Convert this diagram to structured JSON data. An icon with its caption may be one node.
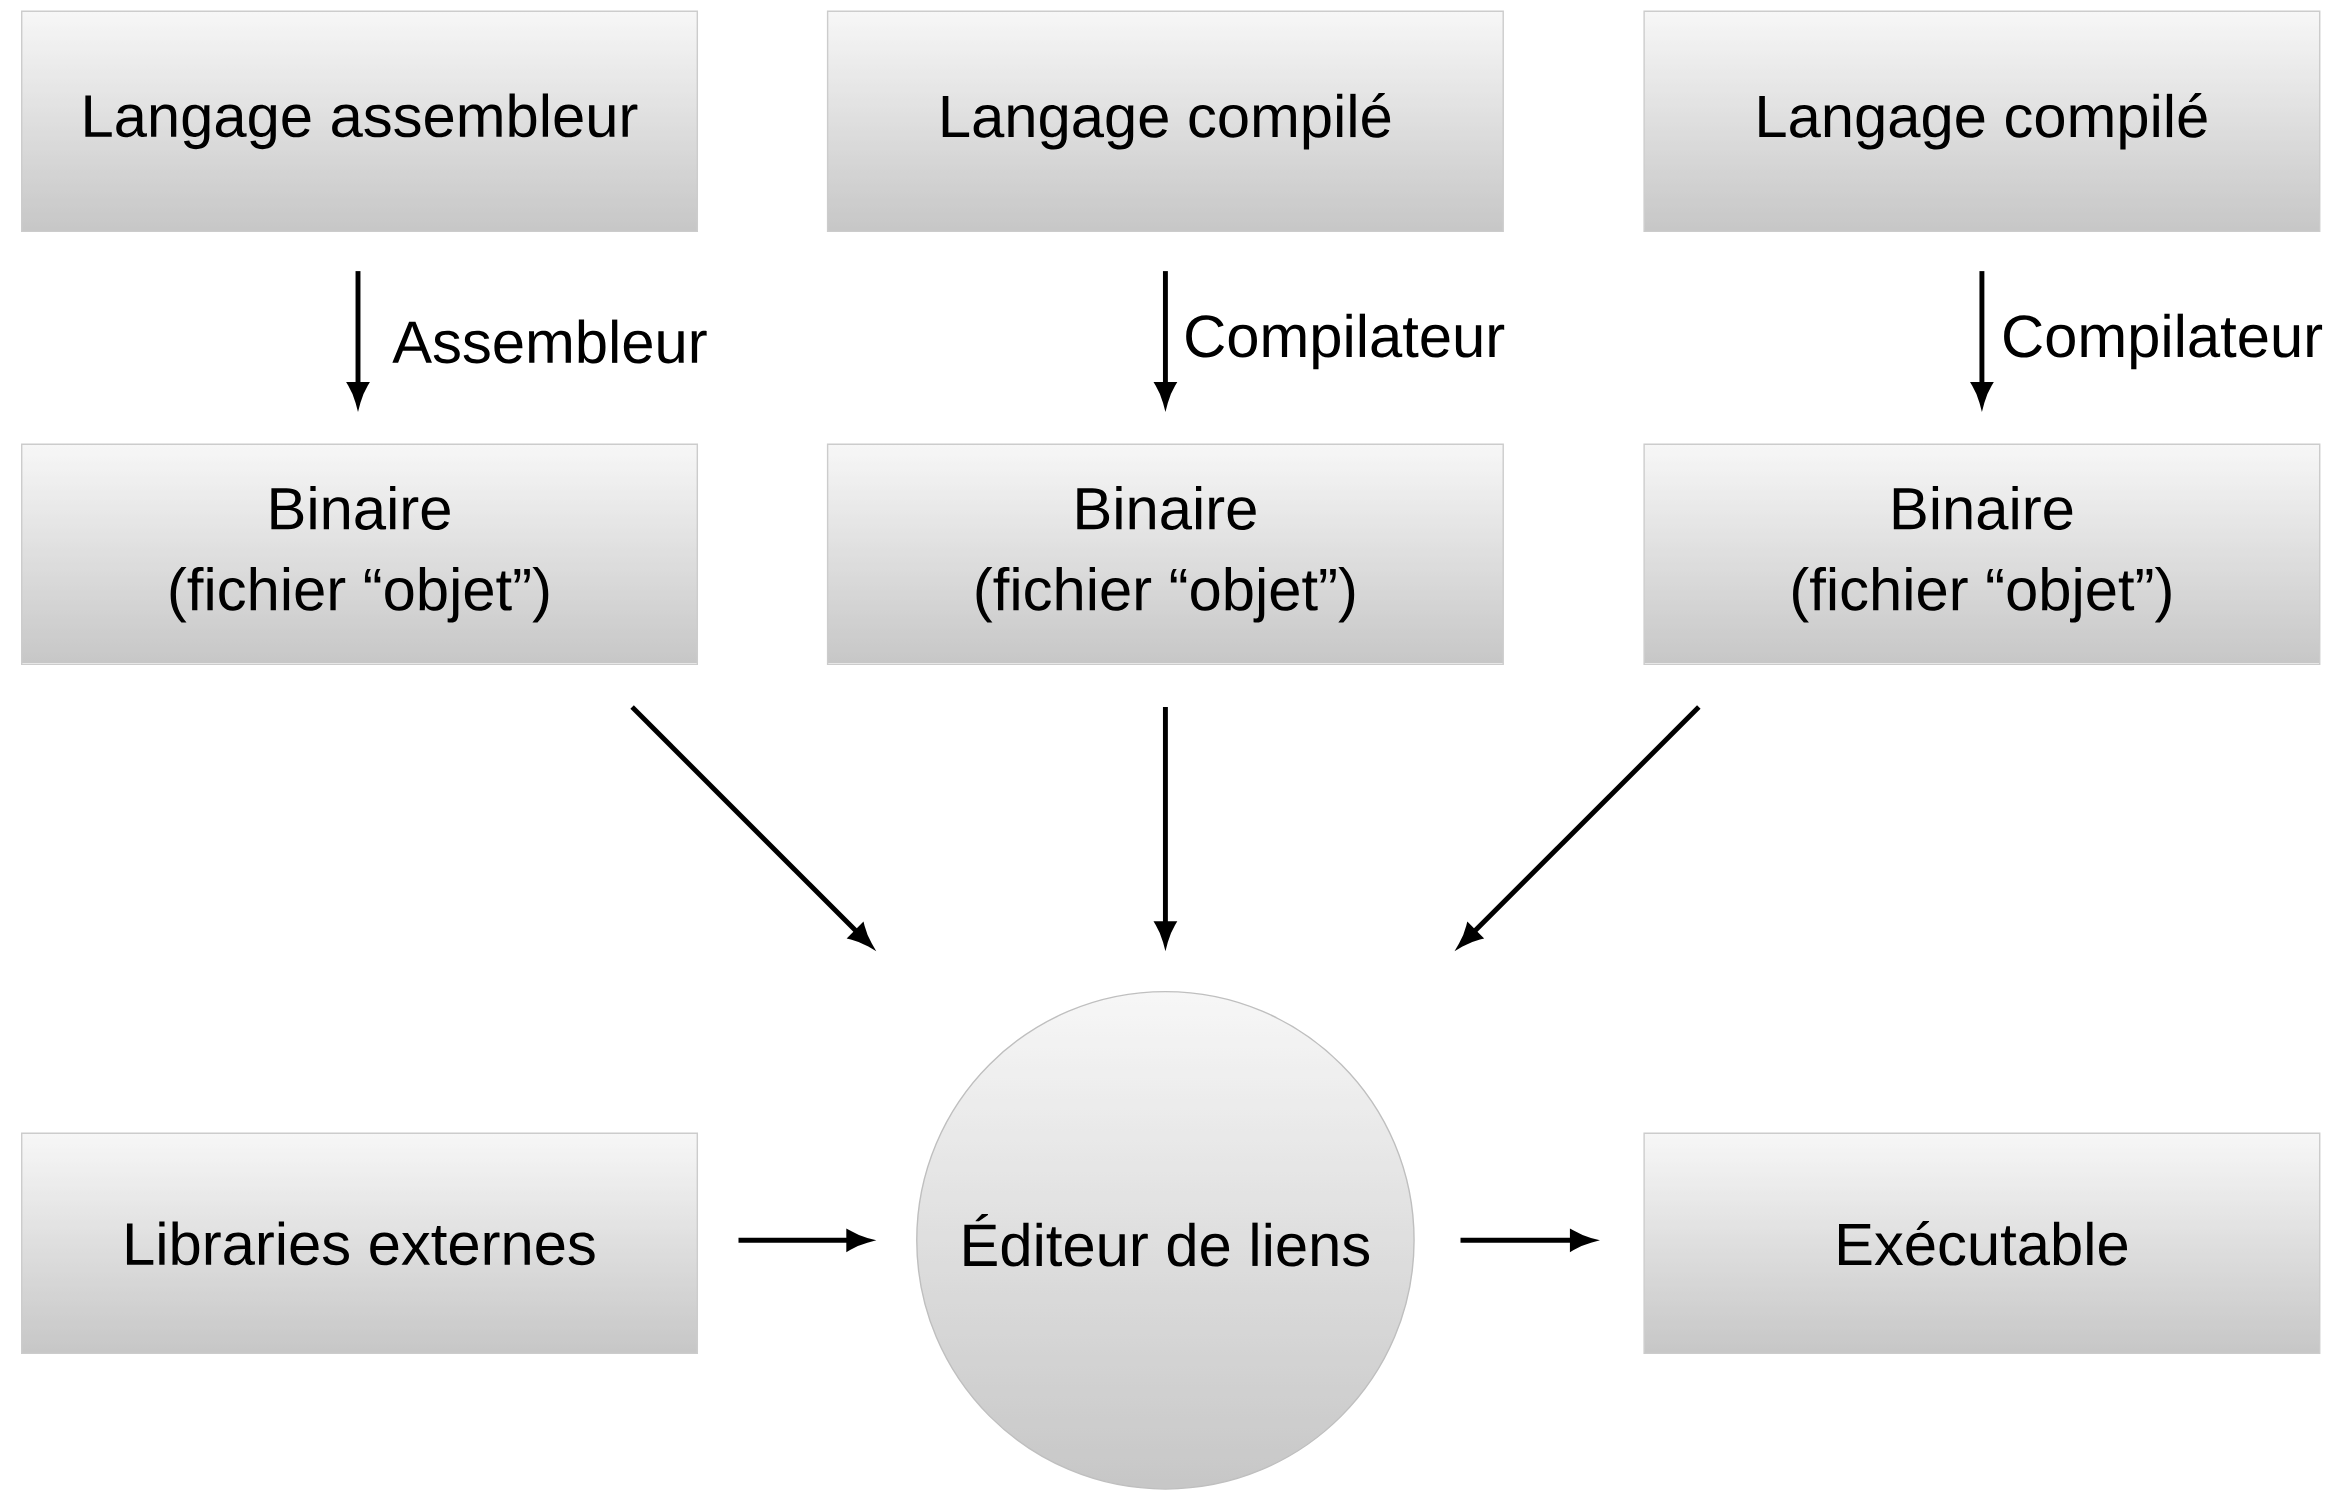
{
  "diagram": {
    "nodes": [
      {
        "text": [
          "Langage assembleur"
        ]
      },
      {
        "text": [
          "Langage compilé"
        ]
      },
      {
        "text": [
          "Langage compilé"
        ]
      },
      {
        "text": [
          "Binaire",
          "(fichier “objet”)"
        ]
      },
      {
        "text": [
          "Binaire",
          "(fichier “objet”)"
        ]
      },
      {
        "text": [
          "Binaire",
          "(fichier “objet”)"
        ]
      },
      {
        "text": [
          "Libraries externes"
        ]
      },
      {
        "text": [
          "Éditeur de liens"
        ]
      },
      {
        "text": [
          "Exécutable"
        ]
      }
    ],
    "edges": [
      {
        "from": 0,
        "to": 3,
        "arrow": "to",
        "label": "Assembleur"
      },
      {
        "from": 1,
        "to": 4,
        "arrow": "to",
        "label": "Compilateur"
      },
      {
        "from": 2,
        "to": 5,
        "arrow": "to",
        "label": "Compilateur"
      },
      {
        "from": 3,
        "to": 7,
        "arrow": "to"
      },
      {
        "from": 4,
        "to": 7,
        "arrow": "to"
      },
      {
        "from": 5,
        "to": 7,
        "arrow": "to"
      },
      {
        "from": 6,
        "to": 7,
        "arrow": "to"
      },
      {
        "from": 7,
        "to": 8,
        "arrow": "to"
      }
    ]
  }
}
